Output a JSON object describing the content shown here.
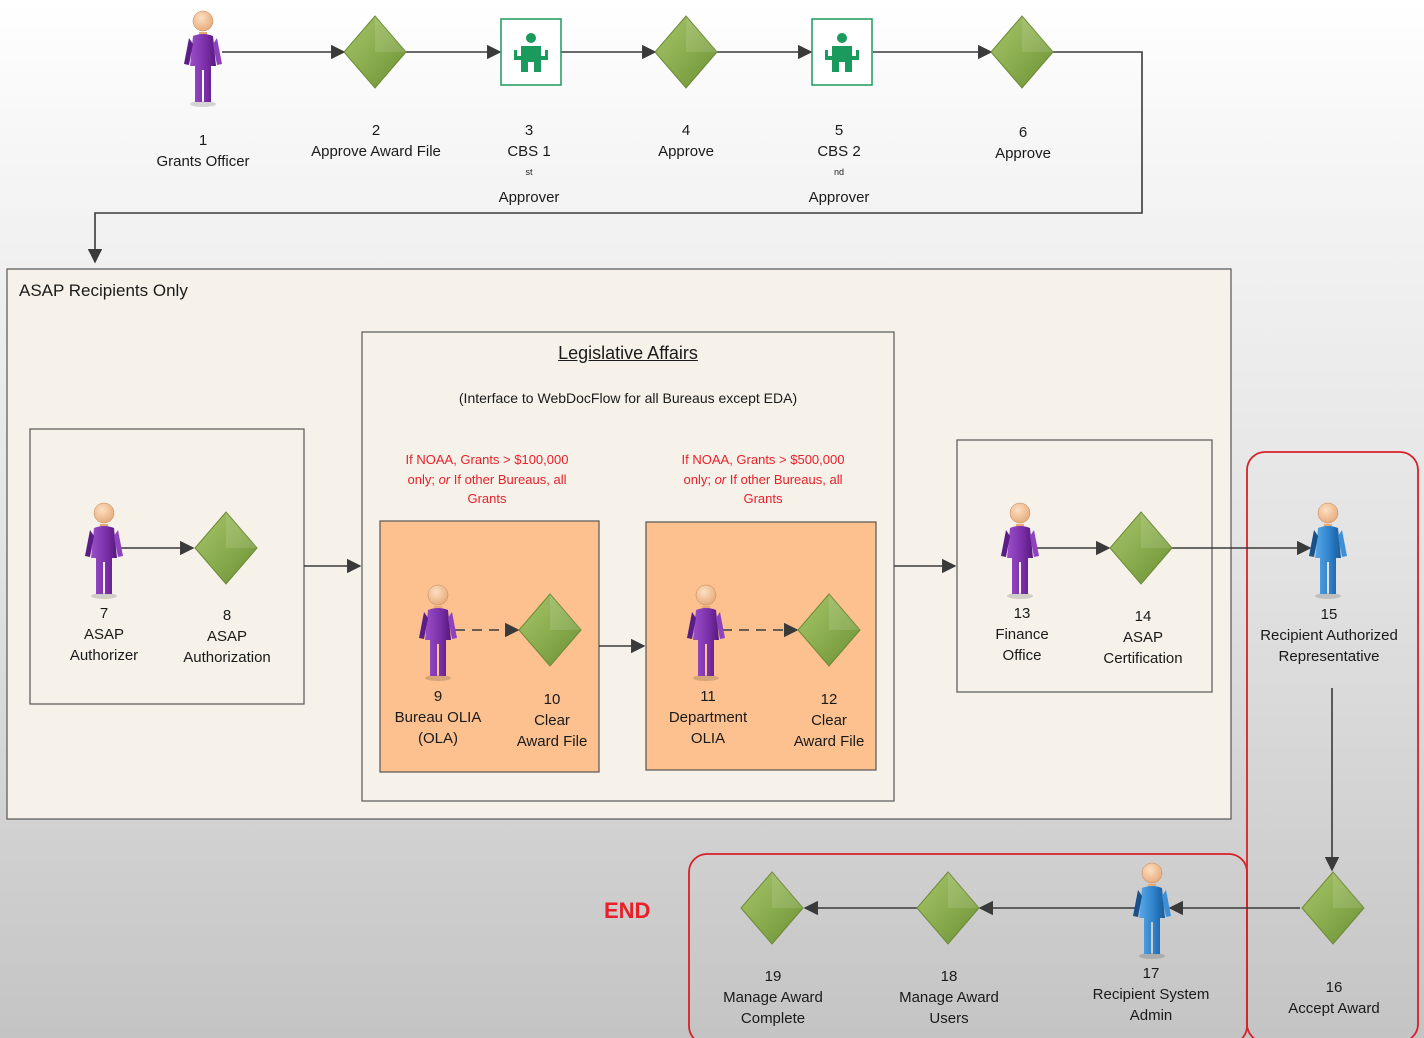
{
  "steps": {
    "s1": {
      "num": "1",
      "line1": "Grants Officer"
    },
    "s2": {
      "num": "2",
      "line1": "Approve Award File"
    },
    "s3": {
      "num": "3",
      "line1": "CBS 1",
      "sup": "st",
      "line2": "Approver"
    },
    "s4": {
      "num": "4",
      "line1": "Approve"
    },
    "s5": {
      "num": "5",
      "line1": "CBS 2",
      "sup": "nd",
      "line2": "Approver"
    },
    "s6": {
      "num": "6",
      "line1": "Approve"
    },
    "s7": {
      "num": "7",
      "line1": "ASAP",
      "line2": "Authorizer"
    },
    "s8": {
      "num": "8",
      "line1": "ASAP",
      "line2": "Authorization"
    },
    "s9": {
      "num": "9",
      "line1": "Bureau OLIA",
      "line2": "(OLA)"
    },
    "s10": {
      "num": "10",
      "line1": "Clear",
      "line2": "Award File"
    },
    "s11": {
      "num": "11",
      "line1": "Department",
      "line2": "OLIA"
    },
    "s12": {
      "num": "12",
      "line1": "Clear",
      "line2": "Award File"
    },
    "s13": {
      "num": "13",
      "line1": "Finance",
      "line2": "Office"
    },
    "s14": {
      "num": "14",
      "line1": "ASAP",
      "line2": "Certification"
    },
    "s15": {
      "num": "15",
      "line1": "Recipient Authorized",
      "line2": "Representative"
    },
    "s16": {
      "num": "16",
      "line1": "Accept Award"
    },
    "s17": {
      "num": "17",
      "line1": "Recipient System",
      "line2": "Admin"
    },
    "s18": {
      "num": "18",
      "line1": "Manage Award",
      "line2": "Users"
    },
    "s19": {
      "num": "19",
      "line1": "Manage Award",
      "line2": "Complete"
    }
  },
  "sections": {
    "asap_title": "ASAP Recipients Only",
    "legislative_title": "Legislative Affairs",
    "legislative_note": "(Interface to WebDocFlow for all Bureaus except EDA)"
  },
  "conditions": {
    "bureau": {
      "l1": "If NOAA, Grants > $100,000",
      "l2_a": "only; ",
      "l2_or": "or",
      "l2_b": " If other Bureaus, all",
      "l3": "Grants"
    },
    "department": {
      "l1": "If NOAA, Grants > $500,000",
      "l2_a": "only; ",
      "l2_or": "or",
      "l2_b": " If other Bureaus, all",
      "l3": "Grants"
    }
  },
  "end_label": "END",
  "colors": {
    "purple_actor": "#7a2fa8",
    "blue_actor": "#2b7fc9",
    "decision_green": "#8aad4e",
    "approver_icon": "#1a9a5c",
    "highlight_red": "#d9202a",
    "orange_box": "#fcc18f",
    "panel_bg": "#f6f2ea"
  },
  "icons": {
    "actor": "person-icon",
    "decision": "diamond-icon",
    "approver": "approver-icon"
  }
}
